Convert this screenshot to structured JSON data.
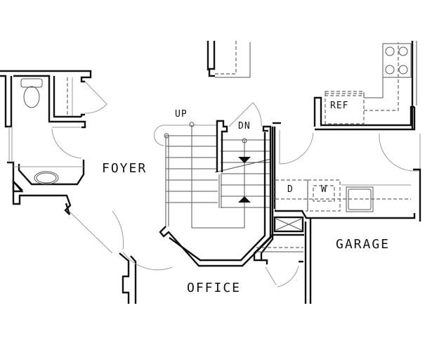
{
  "plan": {
    "rooms": {
      "foyer": "FOYER",
      "office": "OFFICE",
      "garage": "GARAGE"
    },
    "fixtures": {
      "refrigerator": "REF",
      "dryer": "D",
      "washer": "W"
    },
    "stairs": {
      "up": "UP",
      "down": "DN"
    }
  }
}
